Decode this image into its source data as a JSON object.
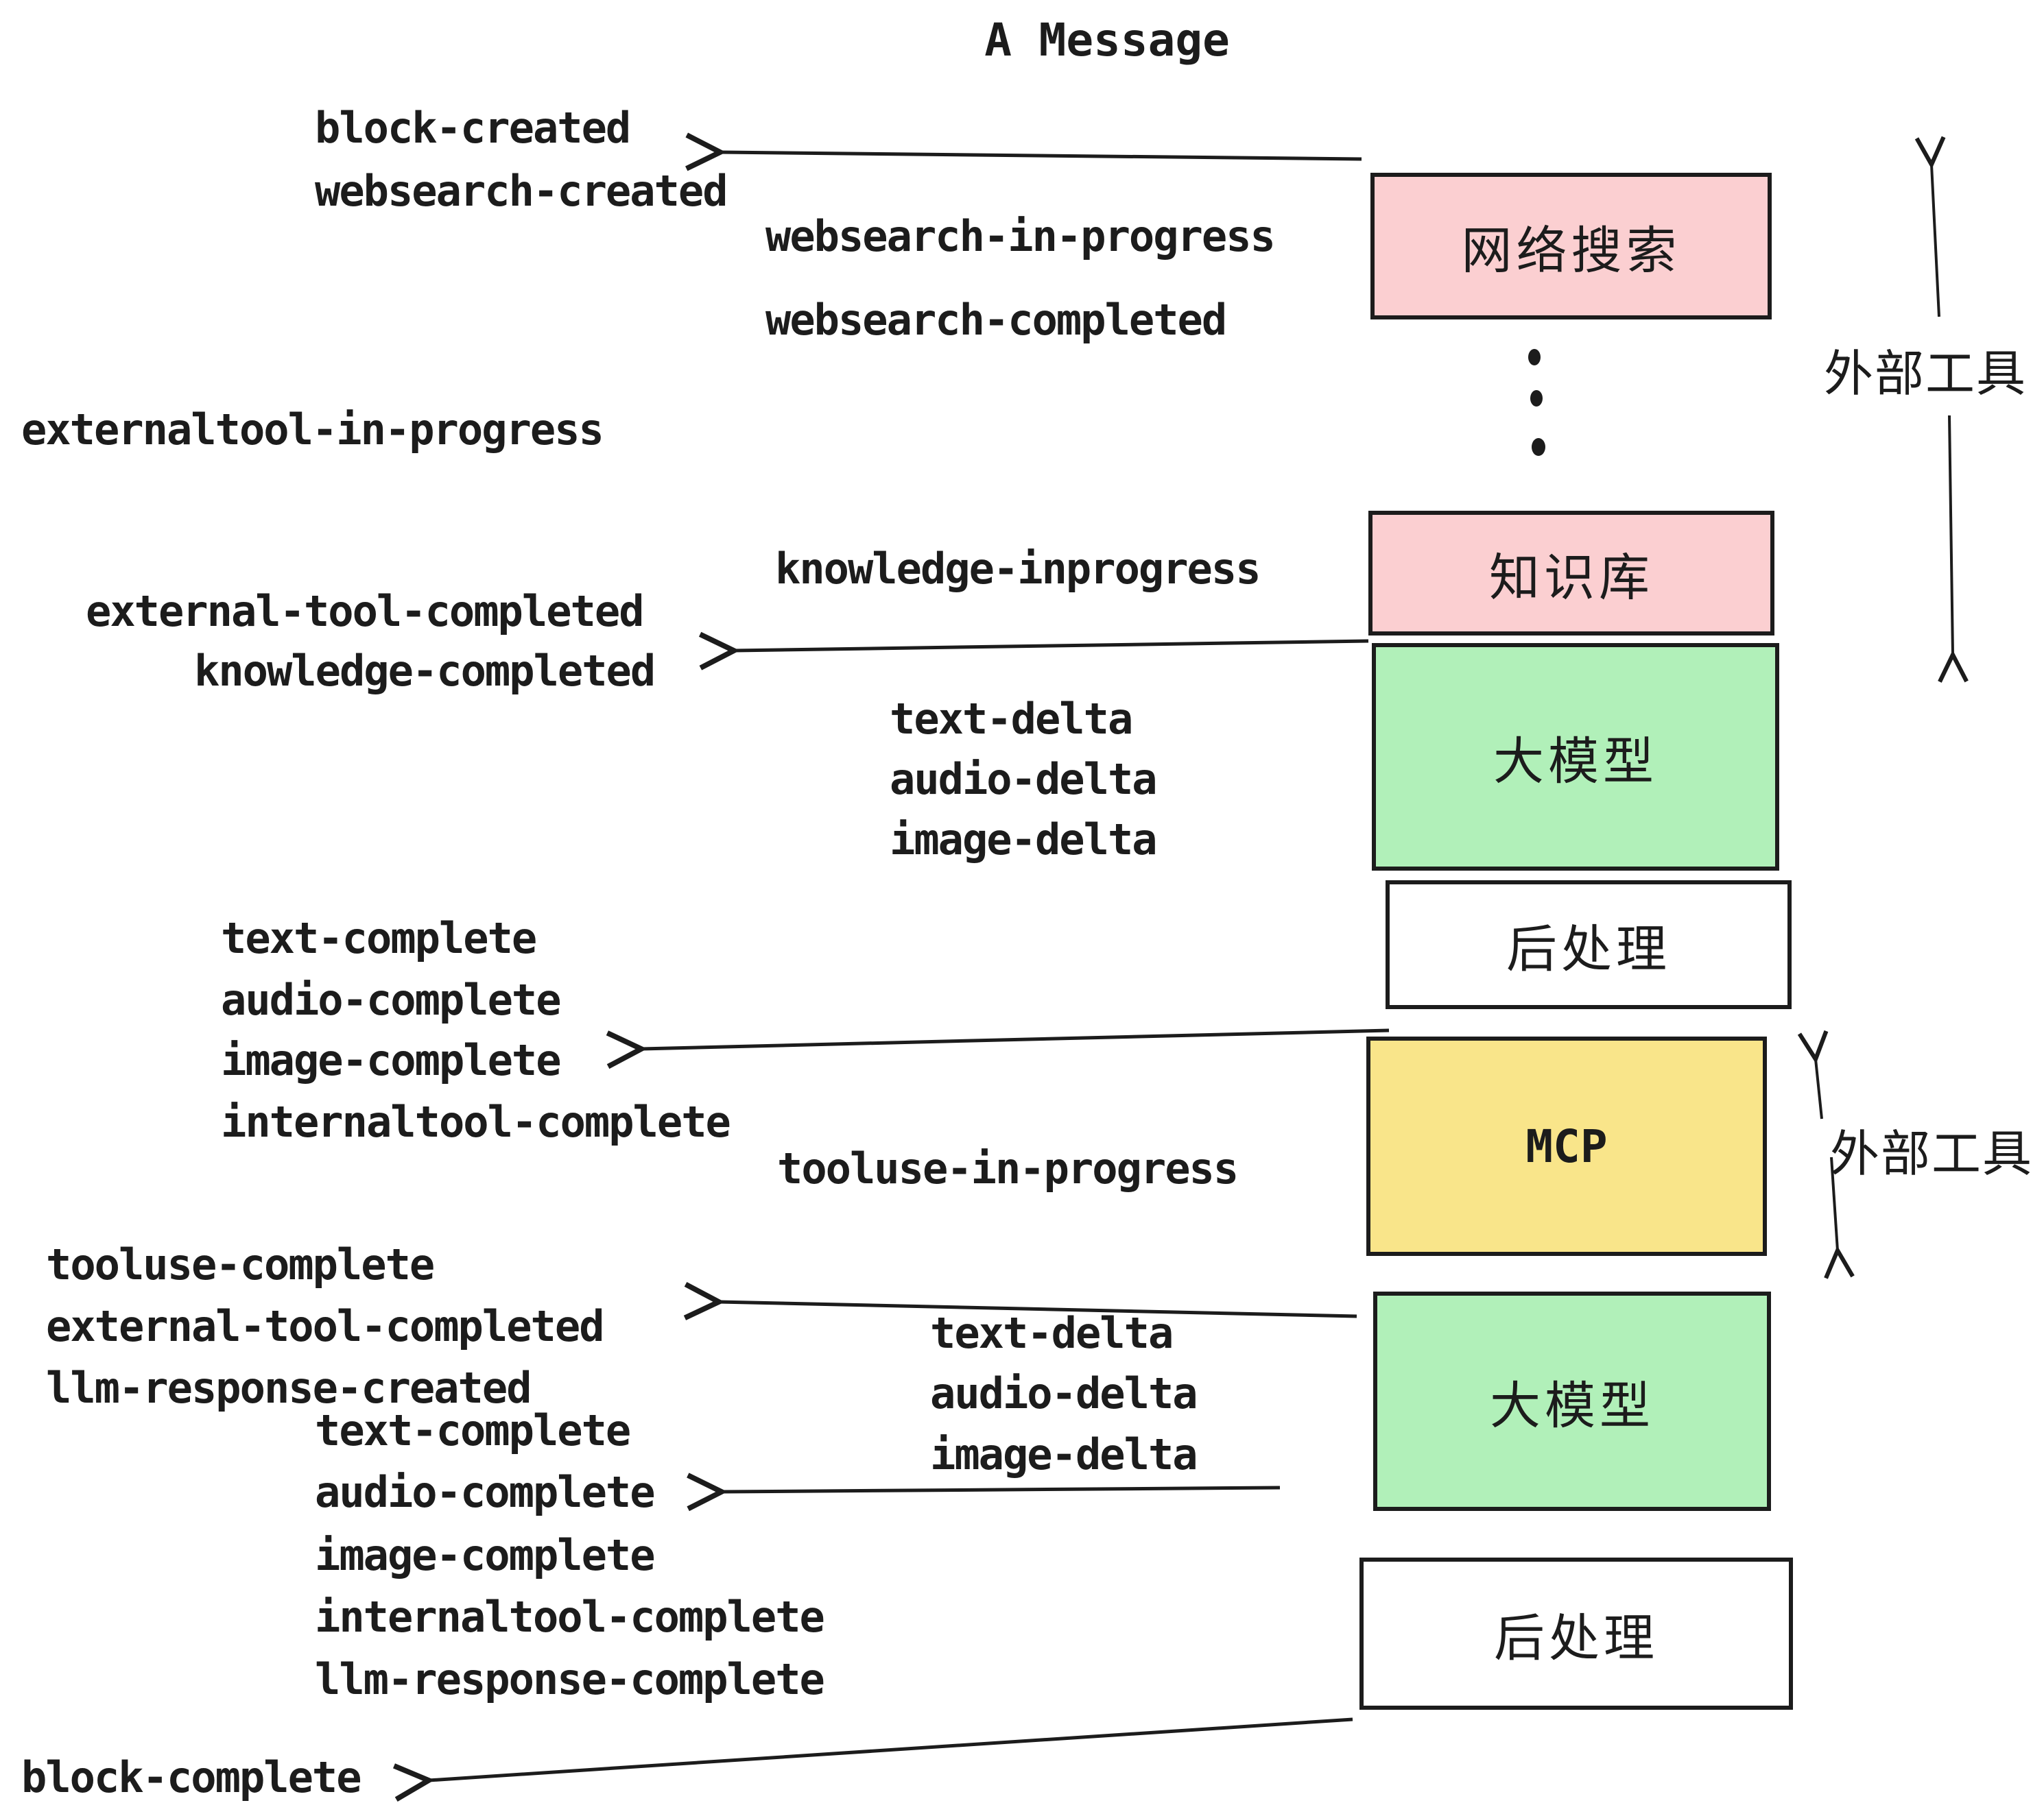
{
  "title": "A Message",
  "colors": {
    "ink": "#1c1c1c",
    "pink": "#fbcfd1",
    "green": "#b1f0b9",
    "yellow": "#f9e58a",
    "white": "#ffffff"
  },
  "boxes": {
    "websearch": "网络搜索",
    "knowledge": "知识库",
    "llm1": "大模型",
    "post1": "后处理",
    "mcp": "MCP",
    "llm2": "大模型",
    "post2": "后处理"
  },
  "side_labels": {
    "external_tools_1": "外部工具",
    "external_tools_2": "外部工具"
  },
  "events": {
    "block_created": "block-created",
    "websearch_created": "websearch-created",
    "websearch_in_progress": "websearch-in-progress",
    "websearch_completed": "websearch-completed",
    "externaltool_in_progress": "externaltool-in-progress",
    "knowledge_inprogress": "knowledge-inprogress",
    "external_tool_completed": "external-tool-completed",
    "knowledge_completed": "knowledge-completed",
    "text_delta": "text-delta",
    "audio_delta": "audio-delta",
    "image_delta": "image-delta",
    "text_complete": "text-complete",
    "audio_complete": "audio-complete",
    "image_complete": "image-complete",
    "internaltool_complete": "internaltool-complete",
    "tooluse_in_progress": "tooluse-in-progress",
    "tooluse_complete": "tooluse-complete",
    "llm_response_created": "llm-response-created",
    "llm_response_complete": "llm-response-complete",
    "block_complete": "block-complete"
  }
}
